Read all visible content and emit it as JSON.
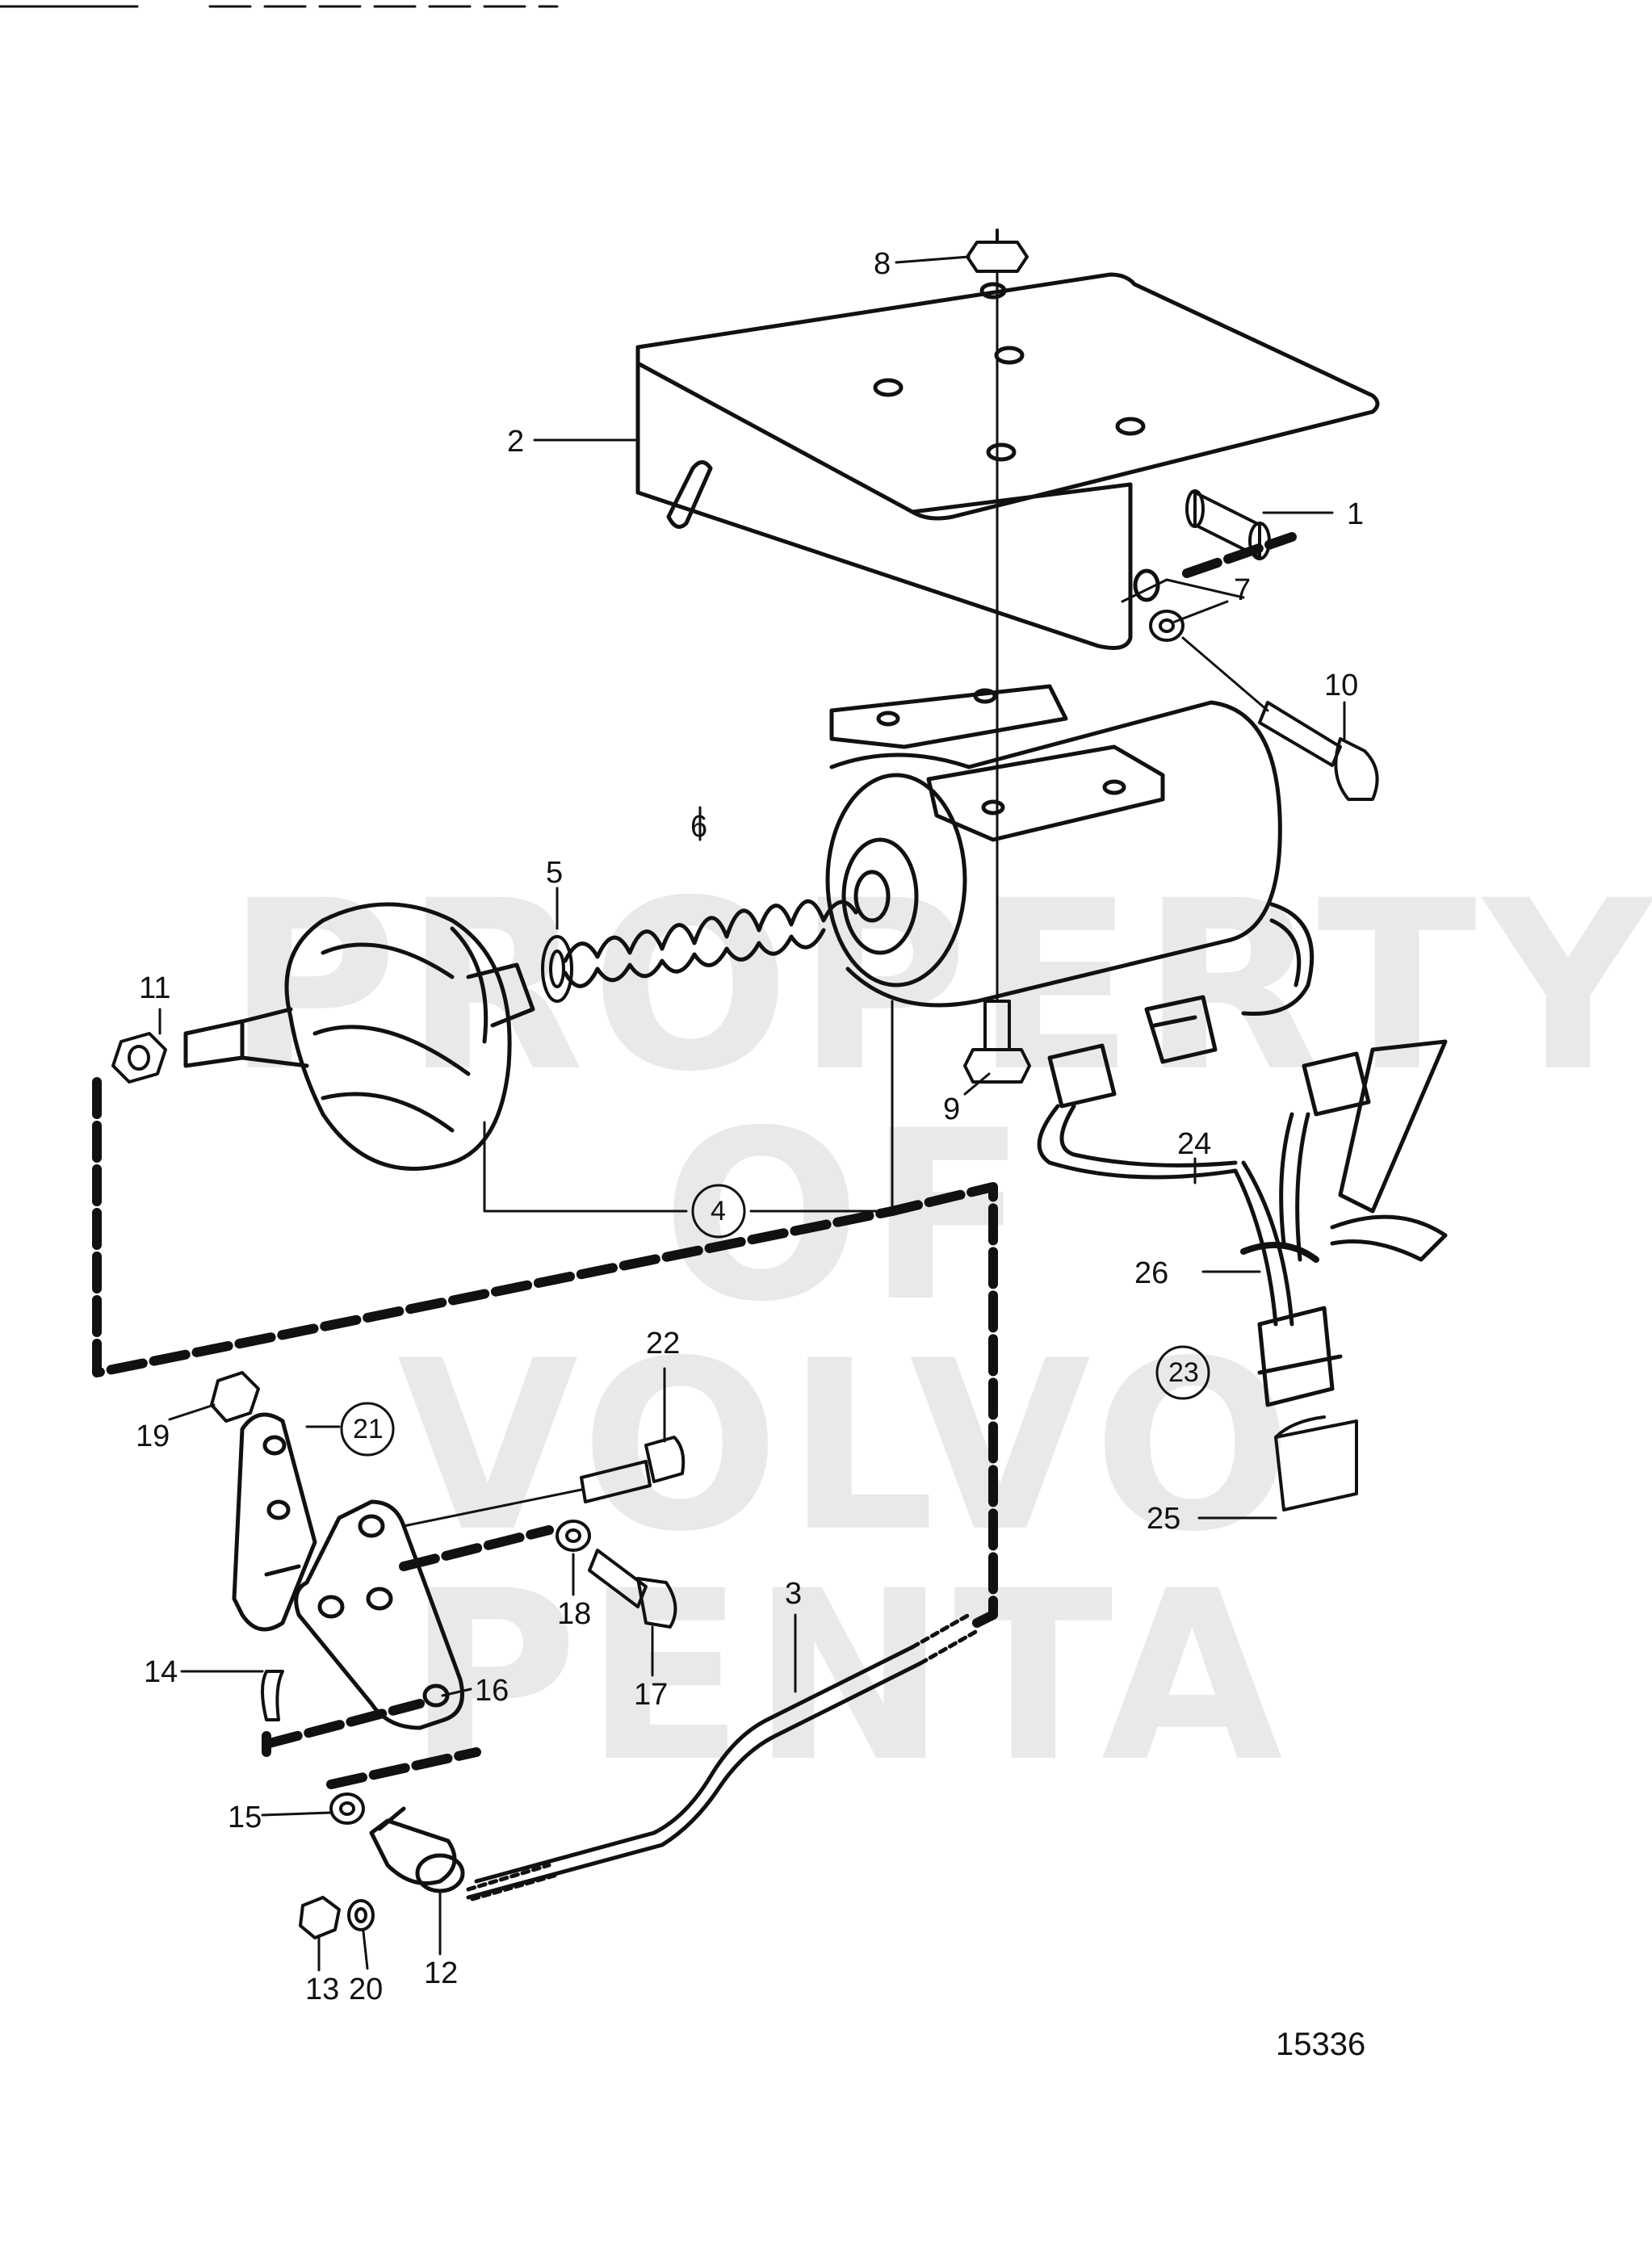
{
  "figure_number": "15336",
  "watermark": "PROPERTY OF\nVOLVO PENTA",
  "callouts": {
    "c1": "1",
    "c2": "2",
    "c3": "3",
    "c4": "4",
    "c5": "5",
    "c6": "6",
    "c7": "7",
    "c8": "8",
    "c9": "9",
    "c10": "10",
    "c11": "11",
    "c12": "12",
    "c13": "13",
    "c14": "14",
    "c15": "15",
    "c16": "16",
    "c17": "17",
    "c18": "18",
    "c19": "19",
    "c20": "20",
    "c21": "21",
    "c22": "22",
    "c23": "23",
    "c24": "24",
    "c25": "25",
    "c26": "26"
  },
  "colors": {
    "ink": "#111111",
    "paper": "#ffffff",
    "watermark": "#cfcfcf"
  }
}
